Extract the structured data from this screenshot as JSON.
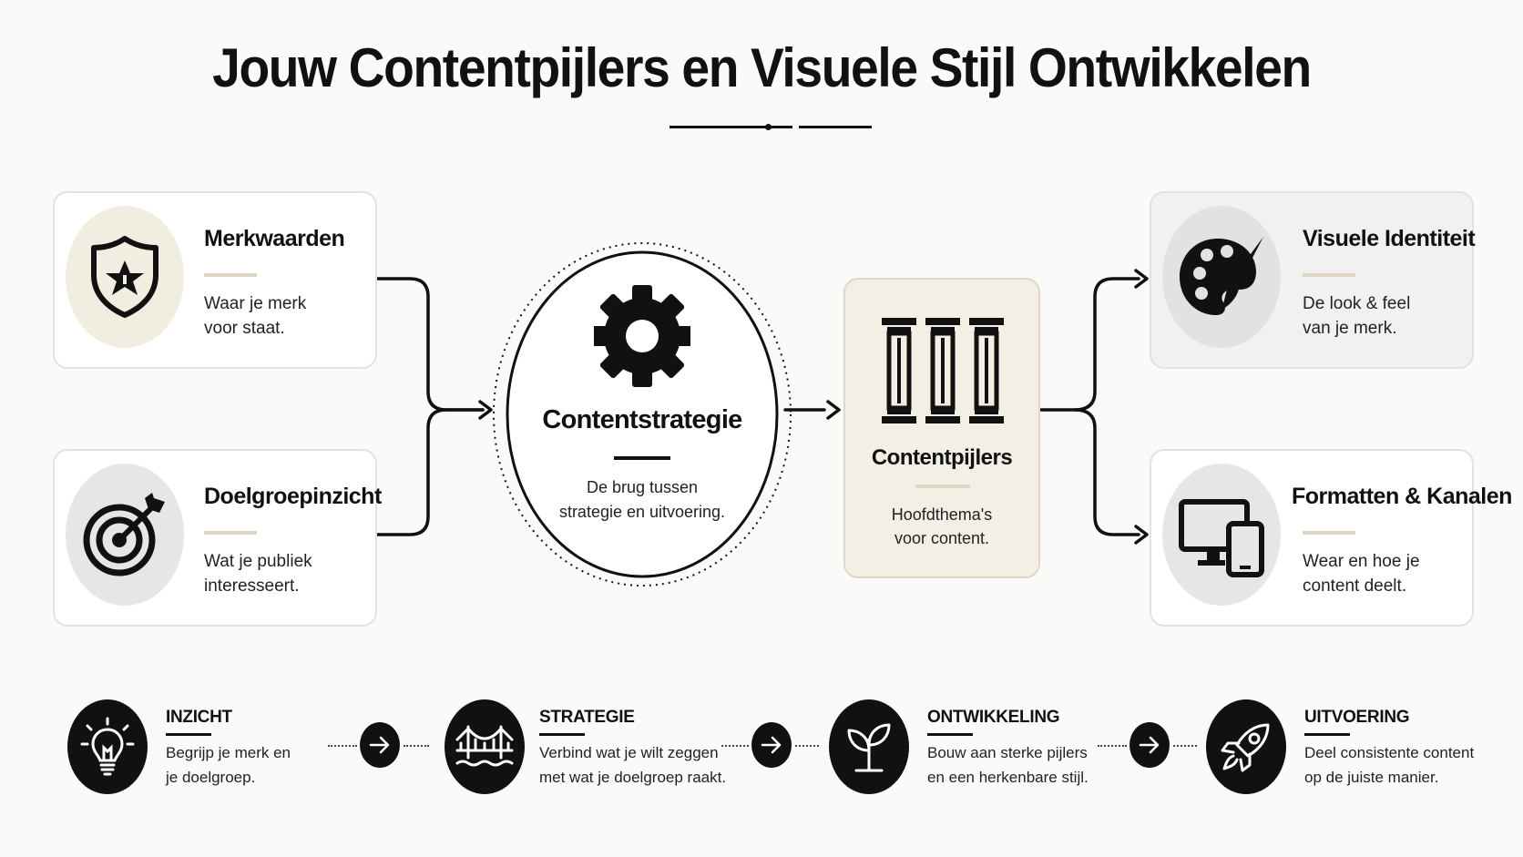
{
  "title": "Jouw Contentpijlers en Visuele Stijl Ontwikkelen",
  "inputs": [
    {
      "title": "Merkwaarden",
      "desc_line1": "Waar je merk",
      "desc_line2": "voor staat.",
      "icon": "shield-star-icon"
    },
    {
      "title": "Doelgroepinzicht",
      "desc_line1": "Wat je publiek",
      "desc_line2": "interesseert.",
      "icon": "target-icon"
    }
  ],
  "strategy": {
    "title": "Contentstrategie",
    "desc_line1": "De brug tussen",
    "desc_line2": "strategie en uitvoering.",
    "icon": "gear-icon"
  },
  "pillars": {
    "title": "Contentpijlers",
    "desc_line1": "Hoofdthema's",
    "desc_line2": "voor content.",
    "icon": "pillars-icon"
  },
  "outputs": [
    {
      "title": "Visuele Identiteit",
      "desc_line1": "De look & feel",
      "desc_line2": "van je merk.",
      "icon": "palette-icon"
    },
    {
      "title": "Formatten & Kanalen",
      "desc_line1": "Wear en hoe je",
      "desc_line2": "content deelt.",
      "icon": "devices-icon"
    }
  ],
  "steps": [
    {
      "title": "INZICHT",
      "desc_line1": "Begrijp je merk en",
      "desc_line2": "je doelgroep.",
      "icon": "lightbulb-icon"
    },
    {
      "title": "STRATEGIE",
      "desc_line1": "Verbind wat je wilt zeggen",
      "desc_line2": "met wat je doelgroep raakt.",
      "icon": "bridge-icon"
    },
    {
      "title": "ONTWIKKELING",
      "desc_line1": "Bouw aan sterke pijlers",
      "desc_line2": "en een herkenbare stijl.",
      "icon": "sprout-icon"
    },
    {
      "title": "UITVOERING",
      "desc_line1": "Deel consistente content",
      "desc_line2": "op de juiste manier.",
      "icon": "rocket-icon"
    }
  ],
  "colors": {
    "ink": "#111111",
    "cream": "#f3efe4",
    "icon_bg_cream": "#f1ede0",
    "icon_bg_grey": "#e6e6e6",
    "accent_rule": "#ded5c4"
  }
}
